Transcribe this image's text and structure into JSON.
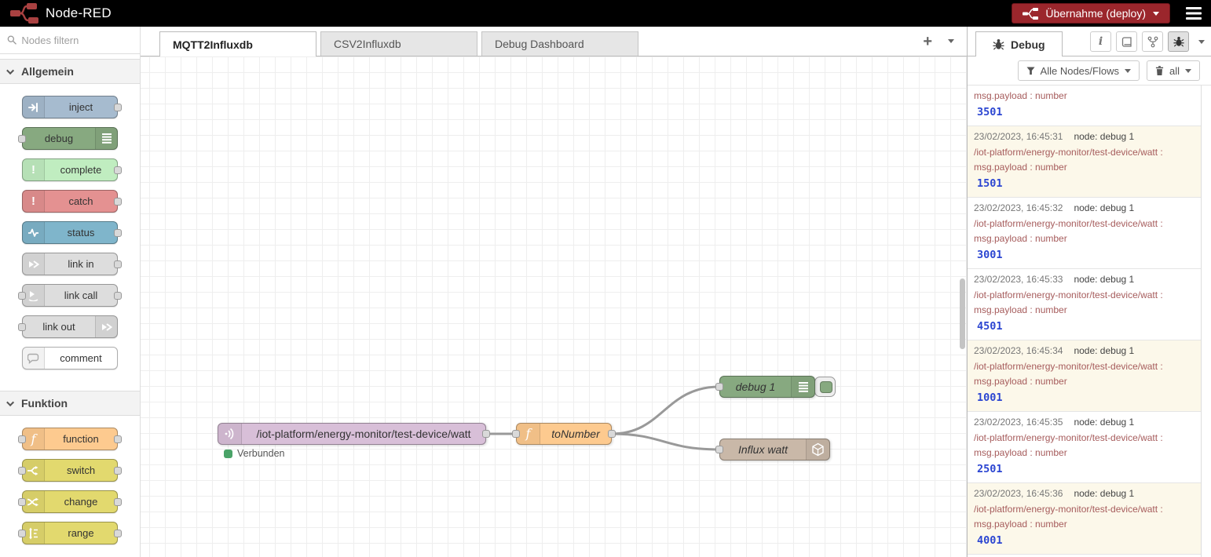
{
  "header": {
    "app_title": "Node-RED",
    "deploy_label": "Übernahme (deploy)"
  },
  "colors": {
    "header_bg": "#000000",
    "deploy_red": "#9b262c",
    "logo_red": "#a94141",
    "wire_gray": "#999999",
    "status_green": "#4aa368",
    "debug_value_blue": "#2b45d1",
    "debug_topic_red": "#a65c5c",
    "grid_line": "#eeeeee"
  },
  "icons": {
    "plus_glyph": "+",
    "info_glyph": "i",
    "exclamation_glyph": "!",
    "function_glyph": "f"
  },
  "palette": {
    "search_placeholder": "Nodes filtern",
    "sections": [
      {
        "label": "Allgemein",
        "items": [
          {
            "label": "inject",
            "color": "#a6bbcf"
          },
          {
            "label": "debug",
            "color": "#87a980"
          },
          {
            "label": "complete",
            "color": "#c0edc0"
          },
          {
            "label": "catch",
            "color": "#e49191"
          },
          {
            "label": "status",
            "color": "#7fb5cb"
          },
          {
            "label": "link in",
            "color": "#dddddd"
          },
          {
            "label": "link call",
            "color": "#dddddd"
          },
          {
            "label": "link out",
            "color": "#dddddd"
          },
          {
            "label": "comment",
            "color": "#ffffff"
          }
        ]
      },
      {
        "label": "Funktion",
        "items": [
          {
            "label": "function",
            "color": "#fdca8f"
          },
          {
            "label": "switch",
            "color": "#e2d96e"
          },
          {
            "label": "change",
            "color": "#e2d96e"
          },
          {
            "label": "range",
            "color": "#e2d96e"
          }
        ]
      }
    ]
  },
  "tabs": {
    "items": [
      {
        "label": "MQTT2Influxdb",
        "active": true
      },
      {
        "label": "CSV2Influxdb",
        "active": false
      },
      {
        "label": "Debug Dashboard",
        "active": false
      }
    ]
  },
  "flow": {
    "nodes": [
      {
        "id": "mqtt-in",
        "label": "/iot-platform/energy-monitor/test-device/watt",
        "color": "#d8bfd8",
        "status": "Verbunden"
      },
      {
        "id": "function",
        "label": "toNumber",
        "color": "#fdca8f"
      },
      {
        "id": "debug",
        "label": "debug 1",
        "color": "#87a980"
      },
      {
        "id": "influxdb",
        "label": "Influx watt",
        "color": "#c9b8a8"
      }
    ]
  },
  "sidebar": {
    "tab_label": "Debug",
    "filter_label": "Alle Nodes/Flows",
    "clear_label": "all",
    "messages": [
      {
        "property": "msg.payload : number",
        "value": "3501"
      },
      {
        "timestamp": "23/02/2023, 16:45:31",
        "node": "node: debug 1",
        "topic": "/iot-platform/energy-monitor/test-device/watt :",
        "property": "msg.payload : number",
        "value": "1501"
      },
      {
        "timestamp": "23/02/2023, 16:45:32",
        "node": "node: debug 1",
        "topic": "/iot-platform/energy-monitor/test-device/watt :",
        "property": "msg.payload : number",
        "value": "3001"
      },
      {
        "timestamp": "23/02/2023, 16:45:33",
        "node": "node: debug 1",
        "topic": "/iot-platform/energy-monitor/test-device/watt :",
        "property": "msg.payload : number",
        "value": "4501"
      },
      {
        "timestamp": "23/02/2023, 16:45:34",
        "node": "node: debug 1",
        "topic": "/iot-platform/energy-monitor/test-device/watt :",
        "property": "msg.payload : number",
        "value": "1001"
      },
      {
        "timestamp": "23/02/2023, 16:45:35",
        "node": "node: debug 1",
        "topic": "/iot-platform/energy-monitor/test-device/watt :",
        "property": "msg.payload : number",
        "value": "2501"
      },
      {
        "timestamp": "23/02/2023, 16:45:36",
        "node": "node: debug 1",
        "topic": "/iot-platform/energy-monitor/test-device/watt :",
        "property": "msg.payload : number",
        "value": "4001"
      }
    ]
  }
}
